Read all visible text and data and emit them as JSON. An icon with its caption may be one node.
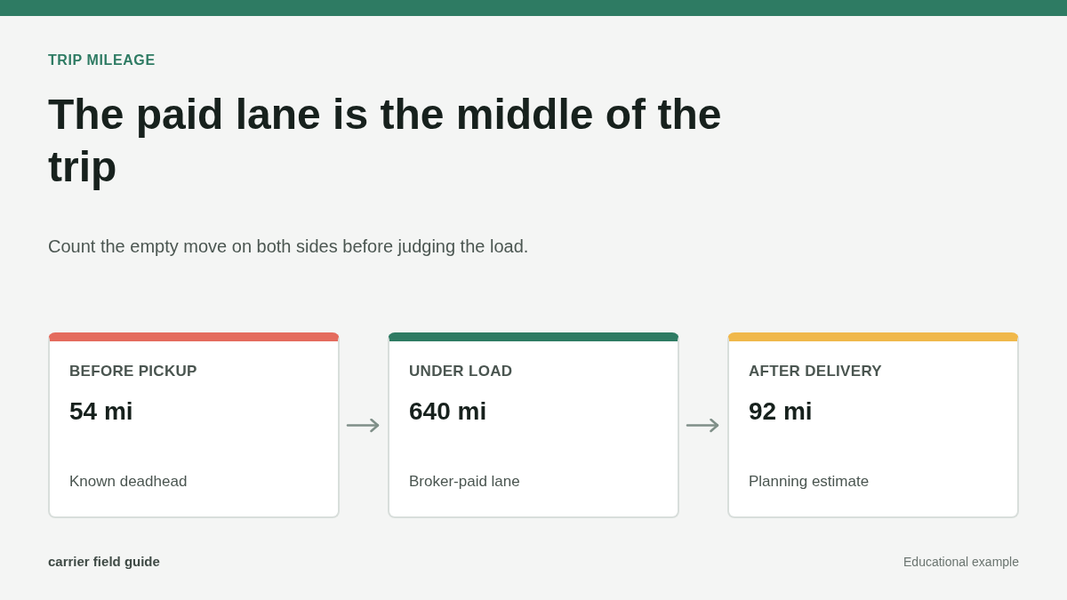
{
  "diagram": {
    "title": "The paid lane is the middle of the trip",
    "nodes": [
      {
        "text": [
          "BEFORE PICKUP",
          "54 mi",
          "Known deadhead"
        ]
      },
      {
        "text": [
          "UNDER LOAD",
          "640 mi",
          "Broker-paid lane"
        ]
      },
      {
        "text": [
          "AFTER DELIVERY",
          "92 mi",
          "Planning estimate"
        ]
      }
    ],
    "edges": [
      {
        "from": 0,
        "to": 1,
        "arrow": "to"
      },
      {
        "from": 1,
        "to": 2,
        "arrow": "to"
      }
    ],
    "labels": [
      "TRIP MILEAGE",
      "Count the empty move on both sides before judging the load.",
      "carrier field guide",
      "Educational example"
    ]
  }
}
